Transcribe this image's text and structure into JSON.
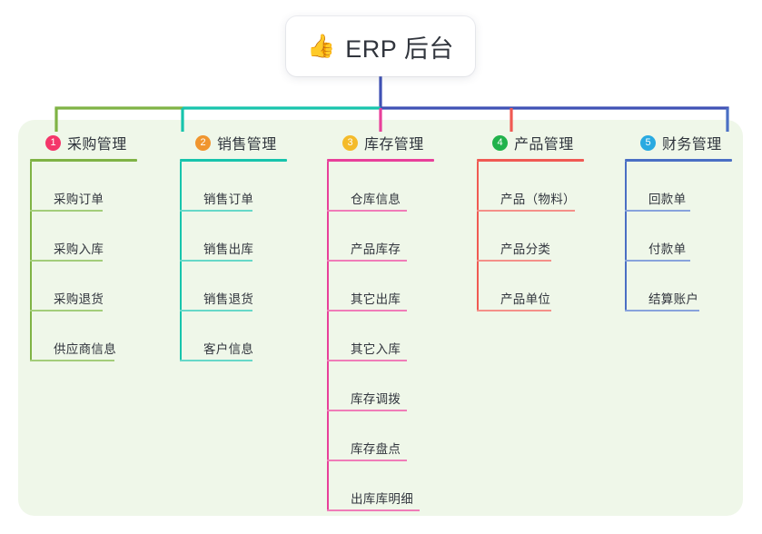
{
  "diagram": {
    "type": "mind-map",
    "title": "ERP 后台",
    "root": {
      "icon": "thumbs-up-icon",
      "icon_glyph": "👍",
      "label": "ERP 后台"
    },
    "panel_color": "#eff7e9",
    "background_color": "#ffffff",
    "root_connector_color": "#3f51b5",
    "branches": [
      {
        "number": "1",
        "label": "采购管理",
        "badge_color": "#f4366a",
        "line_color": "#7fb345",
        "leaf_line_color": "#a3cd7a",
        "rule_width": 118,
        "leaves": [
          {
            "label": "采购订单",
            "rule_width": 80
          },
          {
            "label": "采购入库",
            "rule_width": 80
          },
          {
            "label": "采购退货",
            "rule_width": 80
          },
          {
            "label": "供应商信息",
            "rule_width": 93
          }
        ]
      },
      {
        "number": "2",
        "label": "销售管理",
        "badge_color": "#f0952f",
        "line_color": "#17c4ac",
        "leaf_line_color": "#66d8c8",
        "rule_width": 118,
        "leaves": [
          {
            "label": "销售订单",
            "rule_width": 80
          },
          {
            "label": "销售出库",
            "rule_width": 80
          },
          {
            "label": "销售退货",
            "rule_width": 80
          },
          {
            "label": "客户信息",
            "rule_width": 80
          }
        ]
      },
      {
        "number": "3",
        "label": "库存管理",
        "badge_color": "#f4bb2a",
        "line_color": "#e8409a",
        "leaf_line_color": "#f07cb8",
        "rule_width": 118,
        "leaves": [
          {
            "label": "仓库信息",
            "rule_width": 88
          },
          {
            "label": "产品库存",
            "rule_width": 88
          },
          {
            "label": "其它出库",
            "rule_width": 88
          },
          {
            "label": "其它入库",
            "rule_width": 88
          },
          {
            "label": "库存调拨",
            "rule_width": 88
          },
          {
            "label": "库存盘点",
            "rule_width": 88
          },
          {
            "label": "出库库明细",
            "rule_width": 102
          }
        ]
      },
      {
        "number": "4",
        "label": "产品管理",
        "badge_color": "#21b24b",
        "line_color": "#f05a53",
        "leaf_line_color": "#f49089",
        "rule_width": 118,
        "leaves": [
          {
            "label": "产品（物料）",
            "rule_width": 108
          },
          {
            "label": "产品分类",
            "rule_width": 82
          },
          {
            "label": "产品单位",
            "rule_width": 82
          }
        ]
      },
      {
        "number": "5",
        "label": "财务管理",
        "badge_color": "#29aae1",
        "line_color": "#4a6fc4",
        "leaf_line_color": "#88a3dc",
        "rule_width": 118,
        "leaves": [
          {
            "label": "回款单",
            "rule_width": 72
          },
          {
            "label": "付款单",
            "rule_width": 72
          },
          {
            "label": "结算账户",
            "rule_width": 82
          }
        ]
      }
    ]
  }
}
